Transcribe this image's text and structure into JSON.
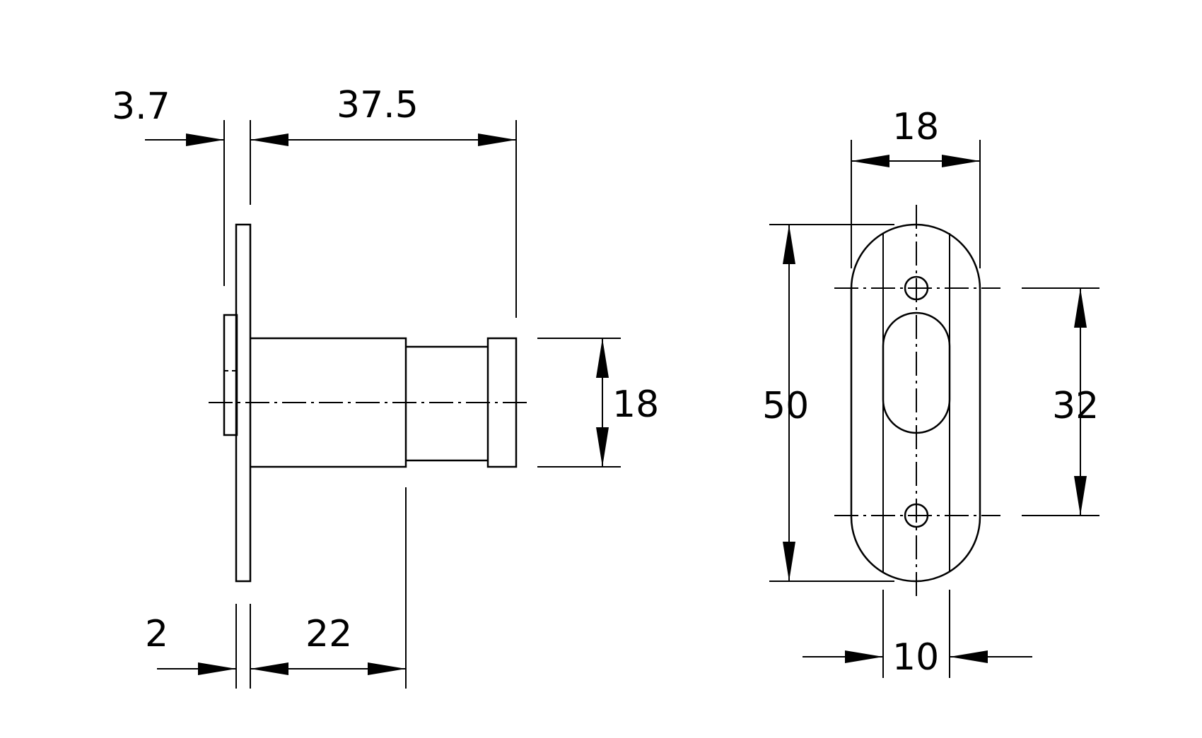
{
  "side_view": {
    "dim_plate_to_nut": "3.7",
    "dim_overall_length": "37.5",
    "dim_height": "18",
    "dim_plate_thickness": "2",
    "dim_body_length": "22"
  },
  "front_view": {
    "dim_width": "18",
    "dim_height": "50",
    "dim_hole_spacing": "32",
    "dim_slot_width": "10"
  },
  "colors": {
    "line": "#000000",
    "background": "#ffffff"
  }
}
